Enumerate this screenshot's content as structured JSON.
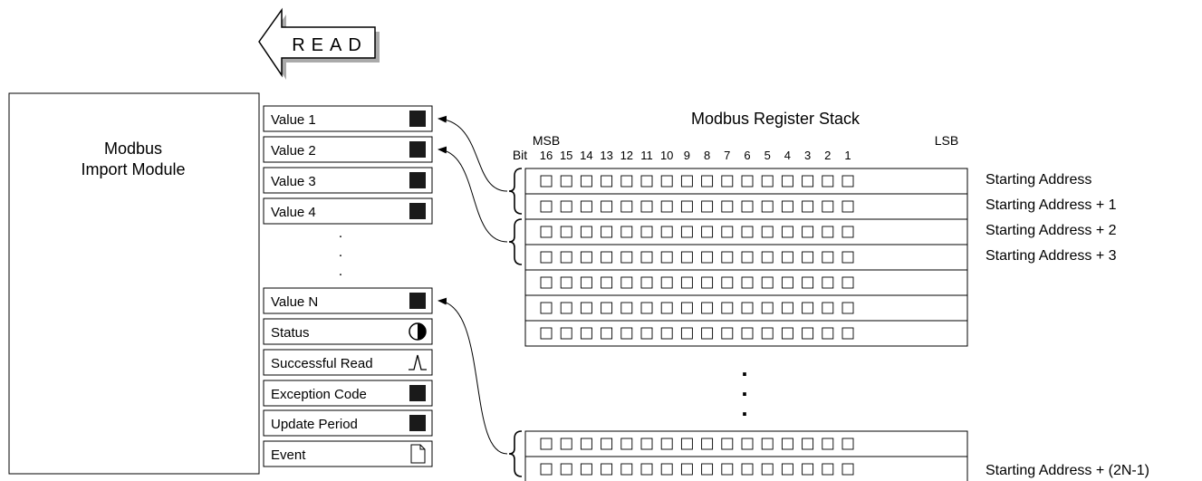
{
  "read_arrow": {
    "label": "READ"
  },
  "module": {
    "title_line1": "Modbus",
    "title_line2": "Import Module"
  },
  "outputs": [
    {
      "label": "Value 1",
      "icon": "square-icon"
    },
    {
      "label": "Value 2",
      "icon": "square-icon"
    },
    {
      "label": "Value 3",
      "icon": "square-icon"
    },
    {
      "label": "Value 4",
      "icon": "square-icon"
    },
    {
      "label": "Value N",
      "icon": "square-icon"
    },
    {
      "label": "Status",
      "icon": "half-circle-icon"
    },
    {
      "label": "Successful Read",
      "icon": "pulse-icon"
    },
    {
      "label": "Exception Code",
      "icon": "square-icon"
    },
    {
      "label": "Update Period",
      "icon": "square-icon"
    },
    {
      "label": "Event",
      "icon": "document-icon"
    }
  ],
  "outputs_ellipsis": ".",
  "stack": {
    "title": "Modbus Register Stack",
    "bit_label": "Bit",
    "msb_label": "MSB",
    "lsb_label": "LSB",
    "bit_numbers": [
      "16",
      "15",
      "14",
      "13",
      "12",
      "11",
      "10",
      "9",
      "8",
      "7",
      "6",
      "5",
      "4",
      "3",
      "2",
      "1"
    ],
    "ellipsis": ".",
    "address_labels": [
      "Starting Address",
      "Starting Address + 1",
      "Starting Address + 2",
      "Starting Address + 3",
      "Starting Address + (2N-1)"
    ]
  }
}
